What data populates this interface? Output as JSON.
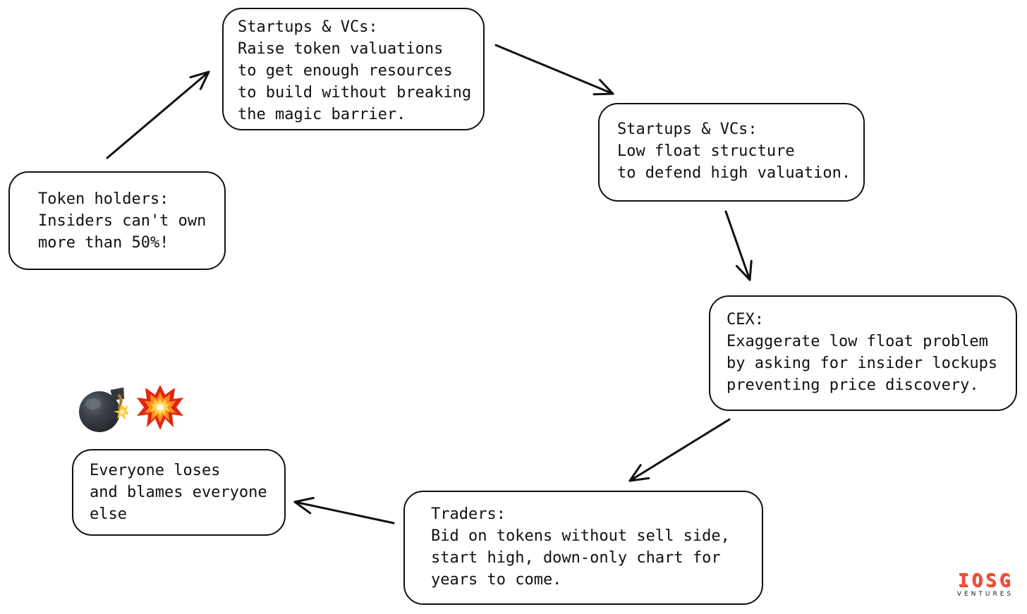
{
  "diagram": {
    "background_color": "#ffffff",
    "line_color": "#111111",
    "nodes": [
      {
        "id": "startups_raise",
        "lines": [
          "Startups & VCs:",
          "Raise token valuations",
          "to get enough resources",
          "to build without breaking",
          "the magic barrier."
        ]
      },
      {
        "id": "token_holders",
        "lines": [
          "Token holders:",
          "Insiders can't own",
          "more than 50%!"
        ]
      },
      {
        "id": "startups_low_float",
        "lines": [
          "Startups & VCs:",
          "Low float structure",
          "to defend high valuation."
        ]
      },
      {
        "id": "cex",
        "lines": [
          "CEX:",
          "Exaggerate low float problem",
          "by asking for insider lockups",
          "preventing price discovery."
        ]
      },
      {
        "id": "traders",
        "lines": [
          "Traders:",
          "Bid on tokens without sell side,",
          "start high, down-only chart for",
          "years to come."
        ]
      },
      {
        "id": "everyone_loses",
        "lines": [
          "Everyone loses",
          "and blames everyone",
          "else"
        ]
      }
    ],
    "edges": [
      {
        "from": "token_holders",
        "to": "startups_raise"
      },
      {
        "from": "startups_raise",
        "to": "startups_low_float"
      },
      {
        "from": "startups_low_float",
        "to": "cex"
      },
      {
        "from": "cex",
        "to": "traders"
      },
      {
        "from": "traders",
        "to": "everyone_loses"
      }
    ],
    "icons": [
      {
        "name": "bomb-emoji"
      },
      {
        "name": "explosion-emoji"
      }
    ]
  },
  "logo": {
    "word": "IOSG",
    "subtitle": "VENTURES",
    "accent_color": "#f4503a"
  }
}
